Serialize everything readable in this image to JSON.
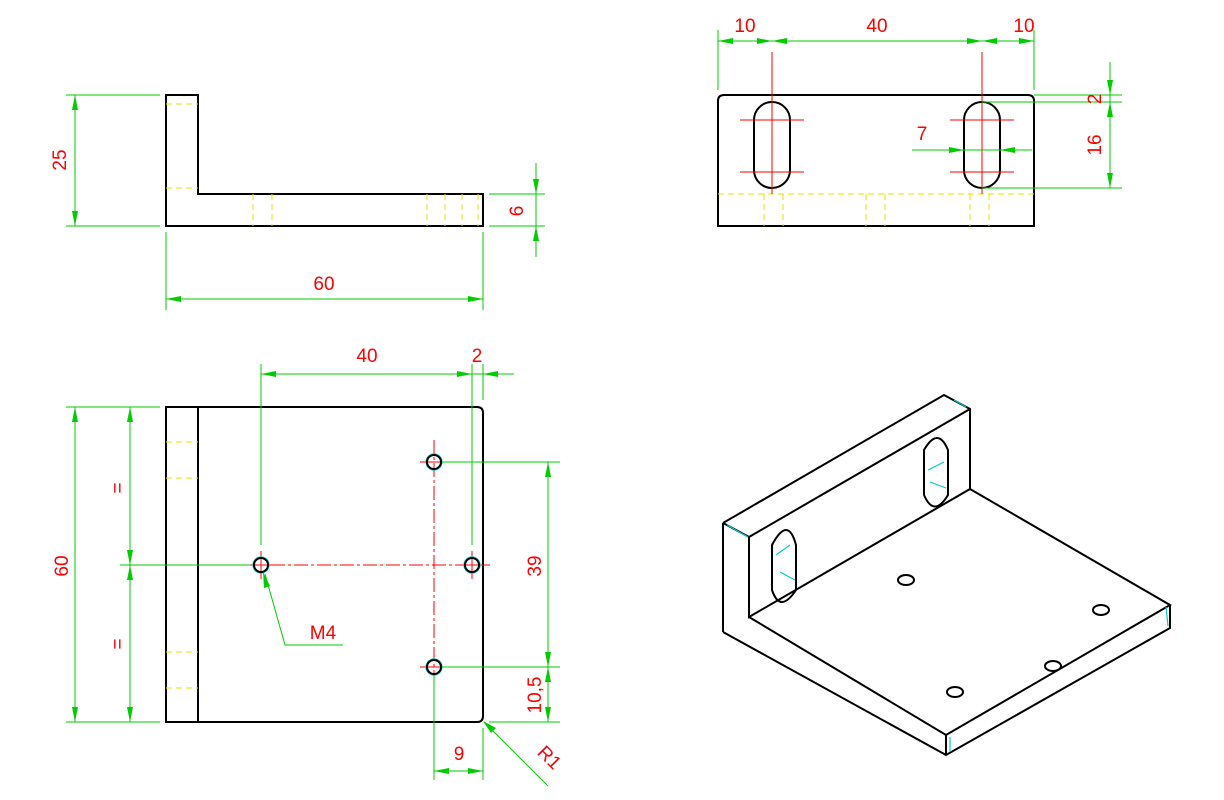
{
  "colors": {
    "object_lines": "#000000",
    "dimension_lines": "#00cc00",
    "dimension_text": "#ff0000",
    "center_lines": "#ff0000",
    "hidden_lines": "#e6e600",
    "tangent_edges": "#00cccc",
    "background": "#ffffff"
  },
  "views": {
    "front": {
      "dim_height": "25",
      "dim_length": "60",
      "dim_thickness": "6"
    },
    "side": {
      "dim_edge_left": "10",
      "dim_slot_spacing": "40",
      "dim_edge_right": "10",
      "dim_top_offset": "2",
      "dim_slot_length": "16",
      "dim_slot_width": "7"
    },
    "top": {
      "dim_hole_spacing": "40",
      "dim_edge_offset": "2",
      "dim_width": "60",
      "equal_upper": "=",
      "equal_lower": "=",
      "dim_hole_pitch": "39",
      "dim_bottom_offset": "10,5",
      "dim_right_offset": "9",
      "label_thread": "M4",
      "label_radius": "R1"
    }
  }
}
